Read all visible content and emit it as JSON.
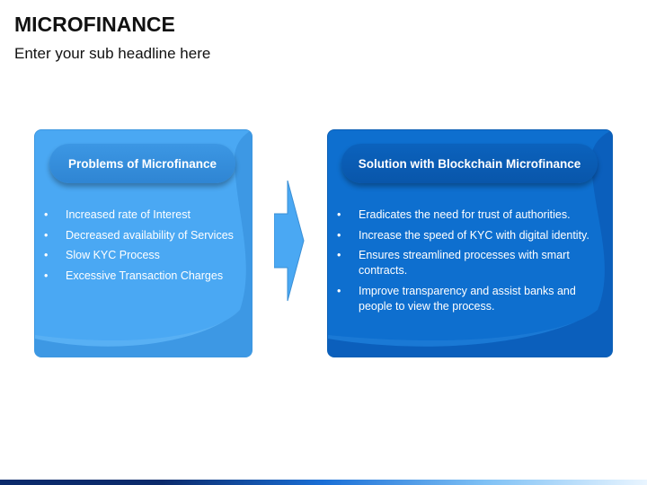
{
  "slide": {
    "title": "MICROFINANCE",
    "subtitle": "Enter your sub headline here"
  },
  "left_card": {
    "header": "Problems of Microfinance",
    "bullets": [
      "Increased rate of Interest",
      "Decreased availability of Services",
      "Slow KYC Process",
      "Excessive Transaction Charges"
    ]
  },
  "right_card": {
    "header": "Solution with Blockchain Microfinance",
    "bullets": [
      "Eradicates the need for trust of authorities.",
      "Increase the speed of KYC with digital identity.",
      "Ensures streamlined processes with smart contracts.",
      "Improve transparency and assist banks and people to view the process."
    ]
  },
  "icons": {
    "connector": "right-arrow-icon",
    "bullet": "bullet-dot-icon"
  },
  "colors": {
    "left_card": "#4aa8f3",
    "right_card": "#0e6fcf",
    "arrow": "#4aa8f3",
    "title_text": "#111111"
  }
}
